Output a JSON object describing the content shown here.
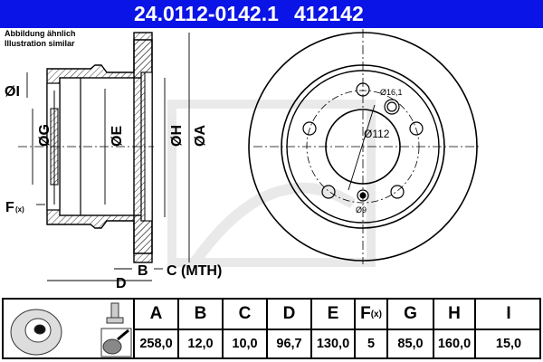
{
  "header": {
    "part_number": "24.0112-0142.1",
    "reference": "412142",
    "background_color": "#0a14e6"
  },
  "note": {
    "line1": "Abbildung ähnlich",
    "line2": "Illustration similar"
  },
  "side_view_labels": {
    "dia_I": "ØI",
    "dia_G": "ØG",
    "dia_E": "ØE",
    "dia_H": "ØH",
    "dia_A": "ØA",
    "F": "F",
    "F_sub": "(x)",
    "B": "B",
    "C_MTH": "C (MTH)",
    "D": "D"
  },
  "front_view_labels": {
    "bolt_hole": "Ø16,1",
    "pcd": "Ø112",
    "small_hole": "Ø9"
  },
  "table": {
    "headers": [
      {
        "key": "A",
        "label": "A"
      },
      {
        "key": "B",
        "label": "B"
      },
      {
        "key": "C",
        "label": "C"
      },
      {
        "key": "D",
        "label": "D"
      },
      {
        "key": "E",
        "label": "E"
      },
      {
        "key": "F",
        "label": "F",
        "sub": "(x)"
      },
      {
        "key": "G",
        "label": "G"
      },
      {
        "key": "H",
        "label": "H"
      },
      {
        "key": "I",
        "label": "I"
      }
    ],
    "values": [
      "258,0",
      "12,0",
      "10,0",
      "96,7",
      "130,0",
      "5",
      "85,0",
      "160,0",
      "15,0"
    ]
  },
  "icons": [
    "brake-disc-icon",
    "bolt-icon",
    "spray-icon"
  ]
}
